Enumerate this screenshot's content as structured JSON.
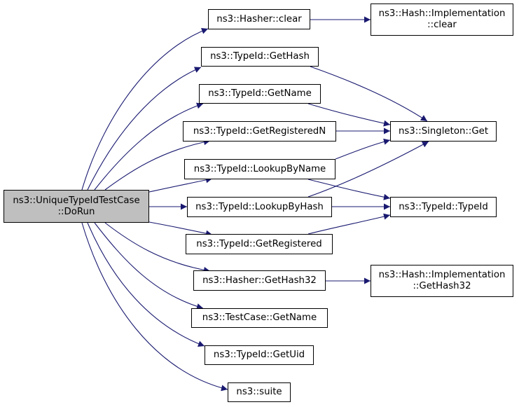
{
  "colors": {
    "edge": "#191970",
    "root_fill": "#bfbfbf",
    "node_fill": "#ffffff",
    "node_border": "#000000"
  },
  "nodes": {
    "root": {
      "line1": "ns3::UniqueTypeIdTestCase",
      "line2": "::DoRun"
    },
    "hasher_clear": {
      "line1": "ns3::Hasher::clear"
    },
    "impl_clear": {
      "line1": "ns3::Hash::Implementation",
      "line2": "::clear"
    },
    "typeid_gethash": {
      "line1": "ns3::TypeId::GetHash"
    },
    "typeid_getname": {
      "line1": "ns3::TypeId::GetName"
    },
    "typeid_getregn": {
      "line1": "ns3::TypeId::GetRegisteredN"
    },
    "singleton_get": {
      "line1": "ns3::Singleton::Get"
    },
    "typeid_lookupname": {
      "line1": "ns3::TypeId::LookupByName"
    },
    "typeid_lookuphash": {
      "line1": "ns3::TypeId::LookupByHash"
    },
    "typeid_typeid": {
      "line1": "ns3::TypeId::TypeId"
    },
    "typeid_getreg": {
      "line1": "ns3::TypeId::GetRegistered"
    },
    "hasher_gethash32": {
      "line1": "ns3::Hasher::GetHash32"
    },
    "impl_gethash32": {
      "line1": "ns3::Hash::Implementation",
      "line2": "::GetHash32"
    },
    "testcase_getname": {
      "line1": "ns3::TestCase::GetName"
    },
    "typeid_getuid": {
      "line1": "ns3::TypeId::GetUid"
    },
    "suite": {
      "line1": "ns3::suite"
    }
  }
}
